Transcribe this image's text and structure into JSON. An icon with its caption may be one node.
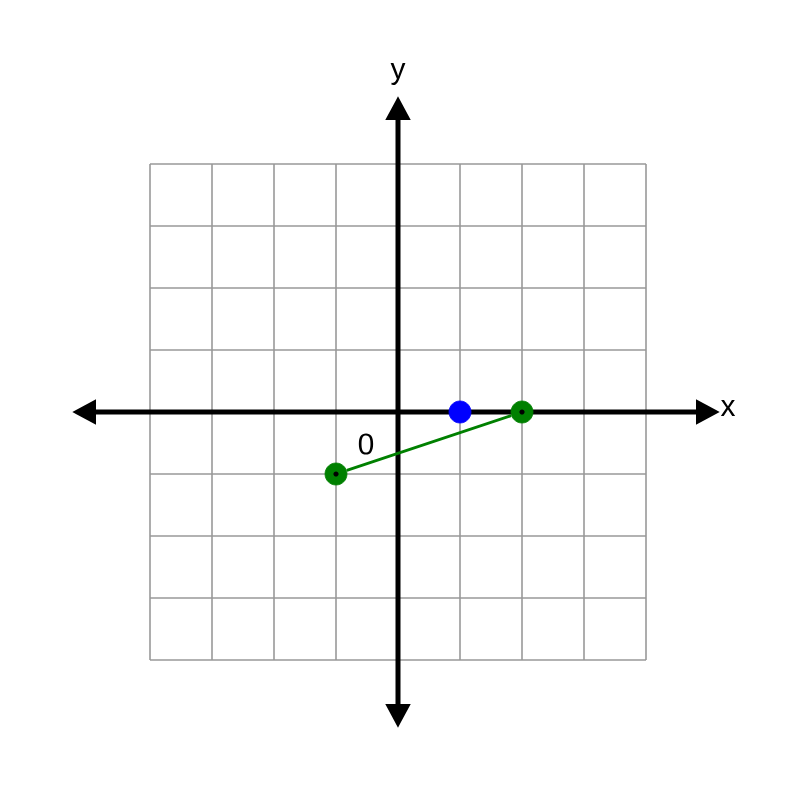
{
  "diagram": {
    "nodes": [
      {
        "text": [],
        "shape": "circle"
      },
      {
        "text": [],
        "shape": "circle"
      },
      {
        "text": [],
        "shape": "circle"
      }
    ],
    "edges": [
      {
        "from": 0,
        "to": 2,
        "arrow": "none"
      }
    ],
    "labels": [
      "y",
      "x",
      "0"
    ]
  }
}
